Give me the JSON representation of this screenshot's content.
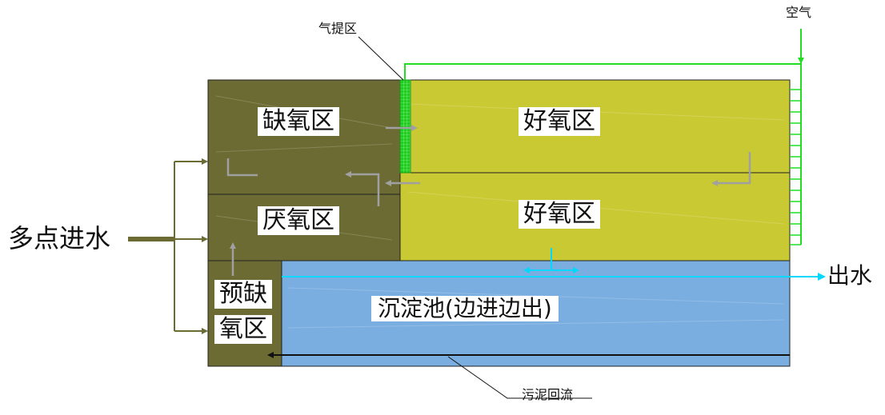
{
  "labels": {
    "anoxic_top": "缺氧区",
    "aerobic_top": "好氧区",
    "anaerobic": "厌氧区",
    "aerobic_bottom": "好氧区",
    "pre_anoxic_line1": "预缺",
    "pre_anoxic_line2": "氧区",
    "clarifier": "沉淀池(边进边出)",
    "inflow": "多点进水",
    "outflow": "出水",
    "air": "空气",
    "airlift": "气提区",
    "sludge_return": "污泥回流"
  },
  "colors": {
    "dark_olive": "#6b6b33",
    "yellow_green": "#c9c933",
    "water_blue": "#7aaee0",
    "air_green": "#22dd22",
    "outflow_cyan": "#00d8ff",
    "feed_line": "#6b6b33"
  }
}
